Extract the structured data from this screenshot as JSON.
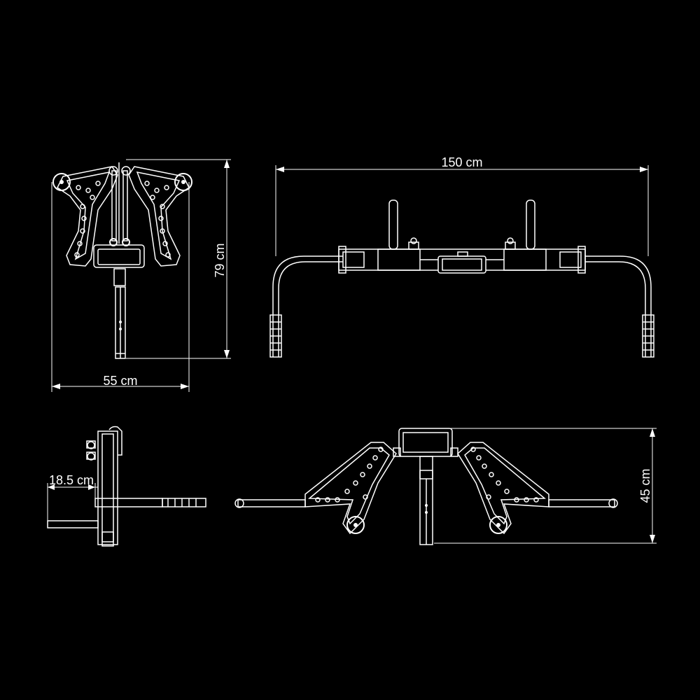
{
  "dimensions": {
    "front_height": "79 cm",
    "front_width": "55 cm",
    "top_width": "150 cm",
    "side_offset": "18.5 cm",
    "bottom_height": "45 cm"
  },
  "colors": {
    "background": "#000000",
    "line": "#ffffff"
  }
}
